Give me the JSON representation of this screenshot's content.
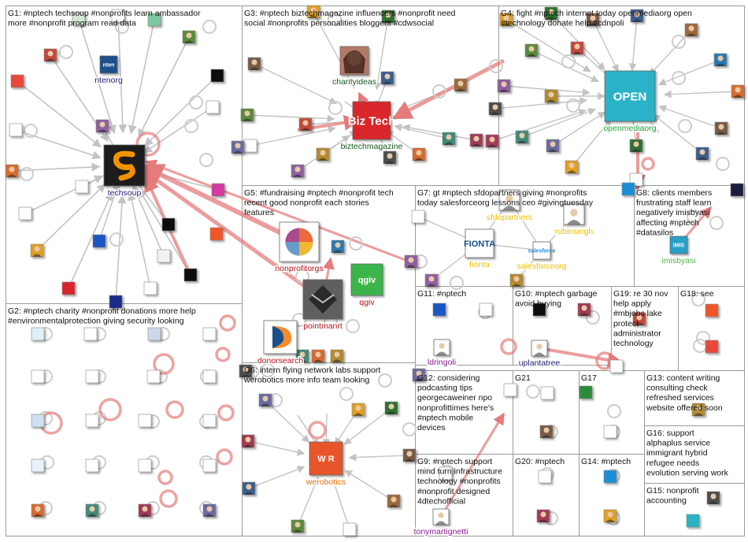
{
  "groups": [
    {
      "id": "G1",
      "lines": [
        "G1: #nptech techsoup #nonprofits learn ambassador",
        "more #nonprofit program read data"
      ]
    },
    {
      "id": "G2",
      "lines": [
        "G2: #nptech charity #nonprofit donations more help",
        "#environmentalprotection giving security looking"
      ]
    },
    {
      "id": "G3",
      "lines": [
        "G3: #nptech biztechmagazine influencers #nonprofit need",
        "social #nonprofits personalities bloggers #cdwsocial"
      ]
    },
    {
      "id": "G4",
      "lines": [
        "G4: fight #nptech internet today openmediaorg open",
        "#technology donate help #cdnpoli"
      ]
    },
    {
      "id": "G5",
      "lines": [
        "G5: #fundraising #nptech #nonprofit tech",
        "recent good nonprofit each stories",
        "features"
      ]
    },
    {
      "id": "G6",
      "lines": [
        "G6: intern flying network labs support",
        "werobotics more info team looking"
      ]
    },
    {
      "id": "G7",
      "lines": [
        "G7: gt #nptech sfdopartners giving #nonprofits",
        "today salesforceorg lessons ceo #givingtuesday"
      ]
    },
    {
      "id": "G8",
      "lines": [
        "G8: clients members",
        "frustrating staff learn",
        "negatively imisbyasi",
        "affecting #nptech",
        "#datasilos"
      ]
    },
    {
      "id": "G9",
      "lines": [
        "G9: #nptech support",
        "mind turn infrastructure",
        "technology #nonprofits",
        "#nonprofit designed",
        "4dtechofficial"
      ]
    },
    {
      "id": "G10",
      "lines": [
        "G10: #nptech garbage",
        "avoid buying"
      ]
    },
    {
      "id": "G11",
      "lines": [
        "G11: #nptech"
      ]
    },
    {
      "id": "G12",
      "lines": [
        "G12: considering",
        "podcasting tips",
        "georgecaweiner npo",
        "nonprofittimes here's",
        "#nptech mobile",
        "devices"
      ]
    },
    {
      "id": "G13",
      "lines": [
        "G13: content writing",
        "consulting check",
        "refreshed services",
        "website offered soon"
      ]
    },
    {
      "id": "G14",
      "lines": [
        "G14: #nptech"
      ]
    },
    {
      "id": "G15",
      "lines": [
        "G15: nonprofit",
        "accounting"
      ]
    },
    {
      "id": "G16",
      "lines": [
        "G16: support",
        "alphaplus service",
        "immigrant hybrid",
        "refugee needs",
        "evolution serving work"
      ]
    },
    {
      "id": "G17",
      "lines": [
        "G17"
      ]
    },
    {
      "id": "G18",
      "lines": [
        "G18: see"
      ]
    },
    {
      "id": "G19",
      "lines": [
        "G19: re 30 nov",
        "help apply",
        "#mbjobs lake",
        "protect",
        "administrator",
        "technology"
      ]
    },
    {
      "id": "G20",
      "lines": [
        "G20: #nptech"
      ]
    },
    {
      "id": "G21",
      "lines": [
        "G21"
      ]
    }
  ],
  "hubs": [
    {
      "id": "techsoup",
      "label": "techsoup",
      "logo": "S",
      "color": "#1c1c70",
      "bg": "#1a1a1a",
      "fg": "#f39200"
    },
    {
      "id": "ntenorg",
      "label": "ntenorg",
      "logo": "nten",
      "color": "#1c1c70",
      "bg": "#1a4f8b",
      "fg": "#ffffff"
    },
    {
      "id": "biztechmagazine",
      "label": "biztechmagazine",
      "logo": "Biz Tech",
      "color": "#145a1e",
      "bg": "#d8262b",
      "fg": "#ffffff"
    },
    {
      "id": "charityideas",
      "label": "charityideas",
      "logo": "",
      "color": "#145a1e",
      "bg": "#b07a66",
      "fg": "#ffffff"
    },
    {
      "id": "openmediaorg",
      "label": "openmediaorg",
      "logo": "OPEN",
      "color": "#21a33a",
      "bg": "#2ab3c7",
      "fg": "#ffffff"
    },
    {
      "id": "nonprofitorgs",
      "label": "nonprofitorgs",
      "logo": "",
      "color": "#b3141c",
      "bg": "#ffffff",
      "fg": "#ffffff"
    },
    {
      "id": "pointmanrt",
      "label": "pointmanrt",
      "logo": "",
      "color": "#b3141c",
      "bg": "#5e5e5e",
      "fg": "#ffffff"
    },
    {
      "id": "qgiv",
      "label": "qgiv",
      "logo": "qgiv",
      "color": "#b3141c",
      "bg": "#3bb54a",
      "fg": "#ffffff"
    },
    {
      "id": "donorsearch",
      "label": "donorsearch",
      "logo": "D",
      "color": "#b3141c",
      "bg": "#ffffff",
      "fg": "#1a4f8b"
    },
    {
      "id": "werobotics",
      "label": "werobotics",
      "logo": "W R",
      "color": "#e8710a",
      "bg": "#e8552c",
      "fg": "#ffffff"
    },
    {
      "id": "sfdopartners",
      "label": "sfdopartners",
      "logo": "",
      "color": "#e8c20a",
      "bg": "#ffffff",
      "fg": "#ffffff"
    },
    {
      "id": "rubinsingh",
      "label": "rubinsingh",
      "logo": "",
      "color": "#e8c20a",
      "bg": "#ffffff",
      "fg": "#ffffff"
    },
    {
      "id": "fionta",
      "label": "fionta",
      "logo": "FIONTA",
      "color": "#e8c20a",
      "bg": "#ffffff",
      "fg": "#1a4f8b"
    },
    {
      "id": "salesforceorg",
      "label": "salesforceorg",
      "logo": "salesforce",
      "color": "#e8c20a",
      "bg": "#ffffff",
      "fg": "#1c8ed6"
    },
    {
      "id": "imisbyasi",
      "label": "imisbyasi",
      "logo": "iMIS",
      "color": "#52b548",
      "bg": "#25a0c8",
      "fg": "#ffffff"
    },
    {
      "id": "ldringoli",
      "label": "ldringoli",
      "logo": "",
      "color": "#8a1d8f",
      "bg": "#ffffff",
      "fg": "#ffffff"
    },
    {
      "id": "uplantatree",
      "label": "uplantatree",
      "logo": "",
      "color": "#1c1c70",
      "bg": "#ffffff",
      "fg": "#ffffff"
    },
    {
      "id": "tonymartignetti",
      "label": "tonymartignetti",
      "logo": "",
      "color": "#8a1d8f",
      "bg": "#ffffff",
      "fg": "#ffffff"
    }
  ],
  "colors": {
    "panel_border": "#9a9a9a",
    "edge_gray": "#c3c3c3",
    "edge_red": "#e57b7b",
    "edge_red_strong": "#e24b4b",
    "node_ring": "#cccccc"
  }
}
